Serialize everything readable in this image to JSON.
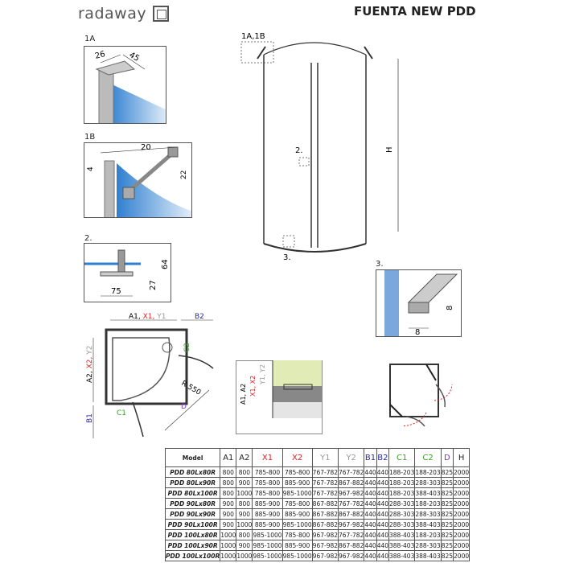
{
  "brand": "radaway",
  "title": "FUENTA NEW PDD",
  "details": {
    "d1a": "1A",
    "d1a_dims": [
      "26",
      "45"
    ],
    "d1b": "1B",
    "d1b_dims": [
      "20",
      "4",
      "22"
    ],
    "d2": "2.",
    "d2_dims": [
      "64",
      "27",
      "75"
    ],
    "d3": "3.",
    "d3_dims": [
      "8",
      "8"
    ]
  },
  "main": {
    "callout_1": "1A,1B",
    "callout_2": "2.",
    "callout_3": "3.",
    "h": "H"
  },
  "plan": {
    "top_a": "A1, ",
    "top_x": "X1, ",
    "top_y": "Y1",
    "b2": "B2",
    "side_a": "A2, ",
    "side_x": "X2, ",
    "side_y": "Y2",
    "b1": "B1",
    "c1": "C1",
    "c2": "C2",
    "r": "R 550",
    "d": "D"
  },
  "section": {
    "a": "A1, A2",
    "x": "X1, X2",
    "y": "Y1, Y2"
  },
  "colors": {
    "red": "#e02020",
    "blue": "#2a2aa0",
    "green": "#3aa02a",
    "purple": "#7a3ab0",
    "gray": "#999999",
    "glass": "#3a86d0"
  },
  "table": {
    "headers": [
      "Model",
      "A1",
      "A2",
      "X1",
      "X2",
      "Y1",
      "Y2",
      "B1",
      "B2",
      "C1",
      "C2",
      "D",
      "H"
    ],
    "rows": [
      [
        "PDD 80Lx80R",
        "800",
        "800",
        "785-800",
        "785-800",
        "767-782",
        "767-782",
        "440",
        "440",
        "188-203",
        "188-203",
        "825",
        "2000"
      ],
      [
        "PDD 80Lx90R",
        "800",
        "900",
        "785-800",
        "885-900",
        "767-782",
        "867-882",
        "440",
        "440",
        "188-203",
        "288-303",
        "825",
        "2000"
      ],
      [
        "PDD 80Lx100R",
        "800",
        "1000",
        "785-800",
        "985-1000",
        "767-782",
        "967-982",
        "440",
        "440",
        "188-203",
        "388-403",
        "825",
        "2000"
      ],
      [
        "PDD 90Lx80R",
        "900",
        "800",
        "885-900",
        "785-800",
        "867-882",
        "767-782",
        "440",
        "440",
        "288-303",
        "188-203",
        "825",
        "2000"
      ],
      [
        "PDD 90Lx90R",
        "900",
        "900",
        "885-900",
        "885-900",
        "867-882",
        "867-882",
        "440",
        "440",
        "288-303",
        "288-303",
        "825",
        "2000"
      ],
      [
        "PDD 90Lx100R",
        "900",
        "1000",
        "885-900",
        "985-1000",
        "867-882",
        "967-982",
        "440",
        "440",
        "288-303",
        "388-403",
        "825",
        "2000"
      ],
      [
        "PDD 100Lx80R",
        "1000",
        "800",
        "985-1000",
        "785-800",
        "967-982",
        "767-782",
        "440",
        "440",
        "388-403",
        "188-203",
        "825",
        "2000"
      ],
      [
        "PDD 100Lx90R",
        "1000",
        "900",
        "985-1000",
        "885-900",
        "967-982",
        "867-882",
        "440",
        "440",
        "388-403",
        "288-303",
        "825",
        "2000"
      ],
      [
        "PDD 100Lx100R",
        "1000",
        "1000",
        "985-1000",
        "985-1000",
        "967-982",
        "967-982",
        "440",
        "440",
        "388-403",
        "388-403",
        "825",
        "2000"
      ]
    ]
  }
}
